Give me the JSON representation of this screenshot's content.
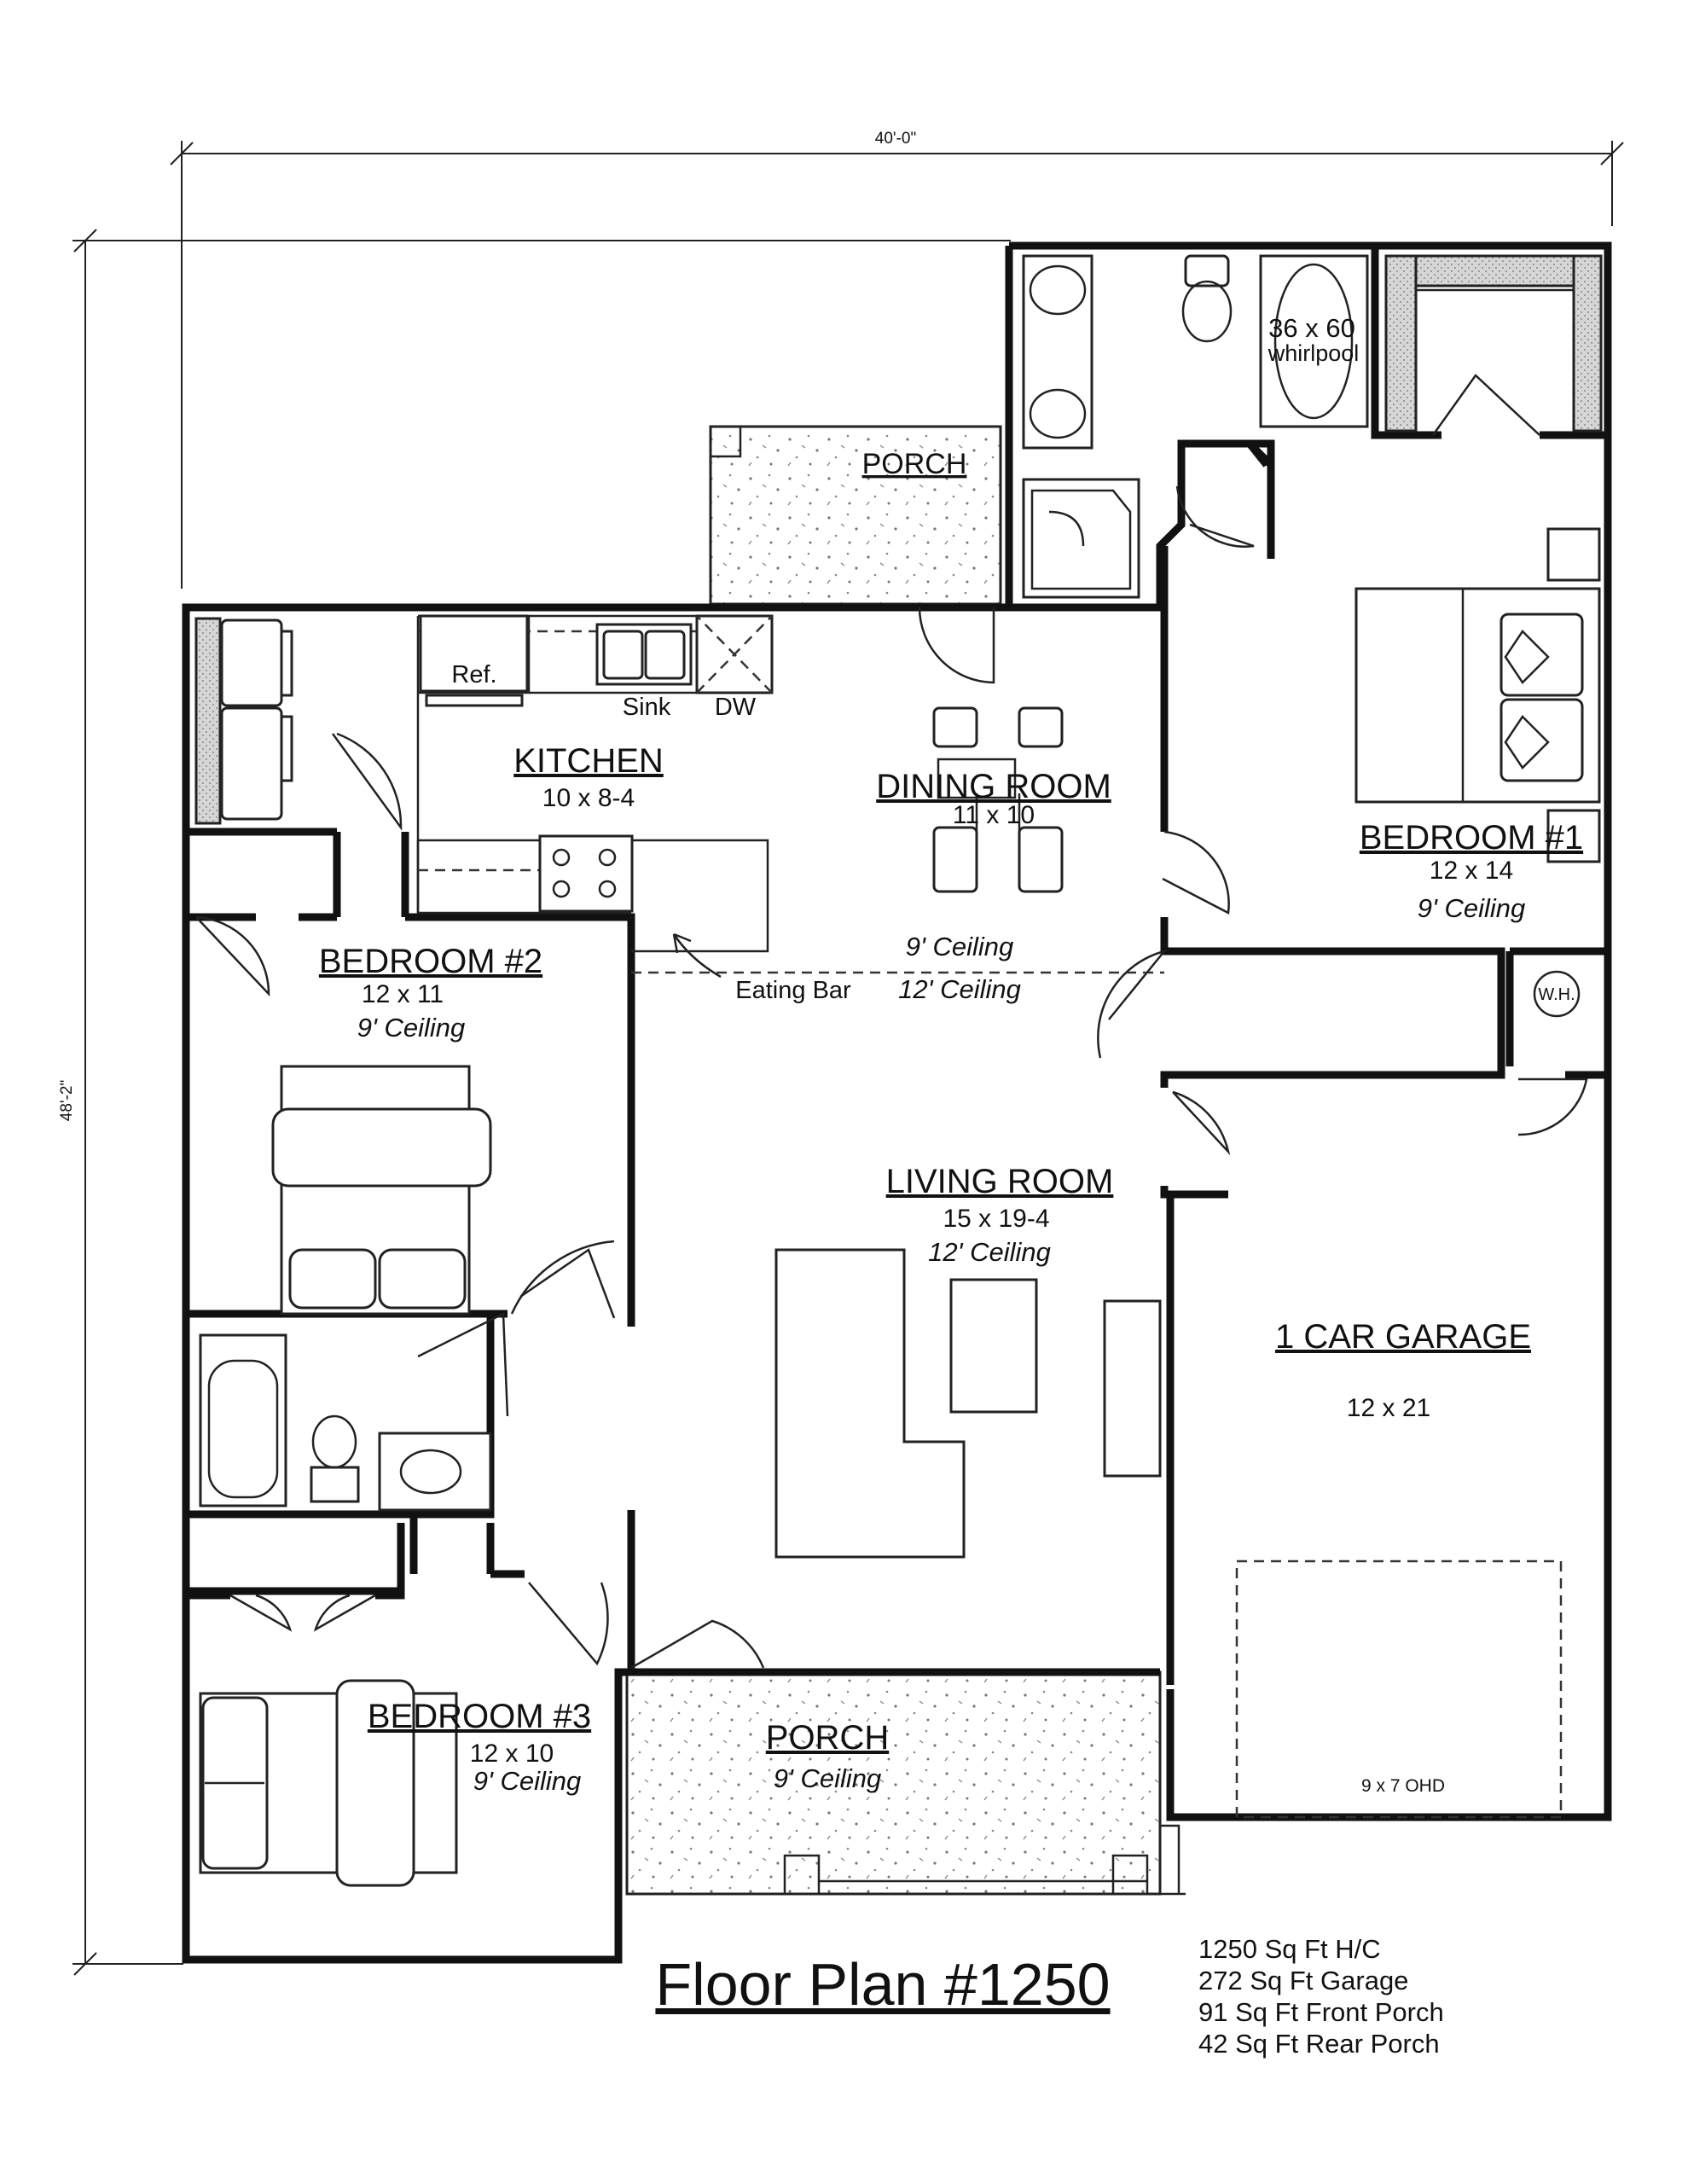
{
  "dimensions": {
    "width": "40'-0\"",
    "depth": "48'-2\""
  },
  "rooms": {
    "kitchen": {
      "name": "KITCHEN",
      "size": "10 x 8-4"
    },
    "dining": {
      "name": "DINING ROOM",
      "size": "11 x 10"
    },
    "bed1": {
      "name": "BEDROOM #1",
      "size": "12 x 14",
      "ceiling": "9' Ceiling"
    },
    "bed2": {
      "name": "BEDROOM #2",
      "size": "12 x 11",
      "ceiling": "9' Ceiling"
    },
    "bed3": {
      "name": "BEDROOM #3",
      "size": "12 x 10",
      "ceiling": "9' Ceiling"
    },
    "living": {
      "name": "LIVING ROOM",
      "size": "15 x 19-4",
      "ceiling": "12' Ceiling"
    },
    "garage": {
      "name": "1 CAR GARAGE",
      "size": "12 x 21",
      "door": "9 x 7 OHD"
    },
    "rear_porch": {
      "name": "PORCH"
    },
    "front_porch": {
      "name": "PORCH",
      "ceiling": "9' Ceiling"
    }
  },
  "fixtures": {
    "ref": "Ref.",
    "sink": "Sink",
    "dw": "DW",
    "whirlpool_size": "36 x 60",
    "whirlpool": "whirlpool",
    "water_heater": "W.H.",
    "eating_bar": "Eating Bar"
  },
  "ceiling_notes": {
    "kitchen_dining": "9' Ceiling",
    "living": "12' Ceiling"
  },
  "title": "Floor Plan #1250",
  "stats": [
    "1250 Sq Ft H/C",
    "272 Sq Ft Garage",
    "91 Sq Ft Front Porch",
    "42 Sq Ft Rear Porch"
  ]
}
